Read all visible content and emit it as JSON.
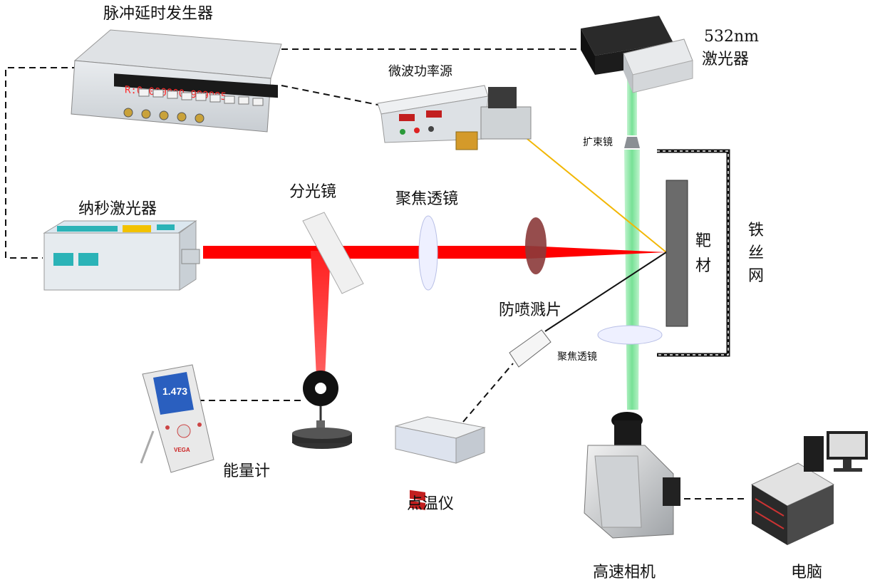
{
  "labels": {
    "pulse_delay_generator": "脉冲延时发生器",
    "laser_532_line1": "532nm",
    "laser_532_line2": "激光器",
    "microwave_source": "微波功率源",
    "beam_expander": "扩束镜",
    "ns_laser": "纳秒激光器",
    "beam_splitter": "分光镜",
    "focus_lens_main": "聚焦透镜",
    "anti_splash": "防喷溅片",
    "target_char1": "靶",
    "target_char2": "材",
    "mesh_char1": "铁",
    "mesh_char2": "丝",
    "mesh_char3": "网",
    "focus_lens_camera": "聚焦透镜",
    "energy_meter": "能量计",
    "pyrometer": "点温仪",
    "high_speed_camera": "高速相机",
    "computer": "电脑"
  },
  "devices": {
    "delay_display": "R:0·000000 999995",
    "energy_meter_reading": "1.473",
    "energy_meter_brand": "VEGA"
  },
  "colors": {
    "ns_beam": "#ff0000",
    "green_beam": "#7de89a",
    "microwave_line": "#f2b705",
    "target": "#6b6b6b",
    "lens": "#eef0ff",
    "anti_splash": "#8b3a3a"
  }
}
